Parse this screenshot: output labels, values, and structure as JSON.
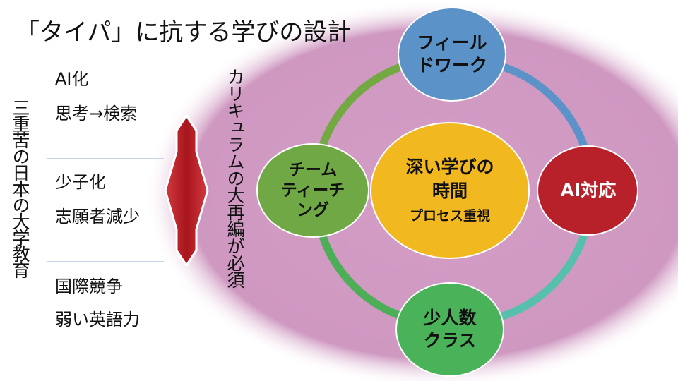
{
  "title": "「タイパ」に抗する学びの設計",
  "left_vertical": "三重苦の日本の大学教育",
  "issues": [
    {
      "line1": "AI化",
      "line2": "思考→検索"
    },
    {
      "line1": "少子化",
      "line2": "志願者減少"
    },
    {
      "line1": "国際競争",
      "line2": "弱い英語力"
    }
  ],
  "curriculum_vertical": "カリキュラムの大再編が必須",
  "center": {
    "line1": "深い学びの",
    "line2": "時間",
    "sub": "プロセス重視"
  },
  "nodes": {
    "top": {
      "line1": "フィール",
      "line2": "ドワーク"
    },
    "right": {
      "line1": "AI対応"
    },
    "bottom": {
      "line1": "少人数",
      "line2": "クラス"
    },
    "left": {
      "line1": "チーム",
      "line2": "ティーチ",
      "line3": "ング"
    }
  },
  "colors": {
    "ellipse": "#cf9cc2",
    "ellipse_edge": "#ffffff",
    "arrow": "#c0222a",
    "ring_top_left": "#73a843",
    "ring_top_right": "#5b93c8",
    "ring_bottom_right": "#56c0ad",
    "ring_bottom_left": "#4caf57",
    "node_top": "#5b93c8",
    "node_right": "#b8202a",
    "node_bottom": "#4ab35a",
    "node_left": "#6fa844",
    "node_center": "#f2b81f"
  }
}
